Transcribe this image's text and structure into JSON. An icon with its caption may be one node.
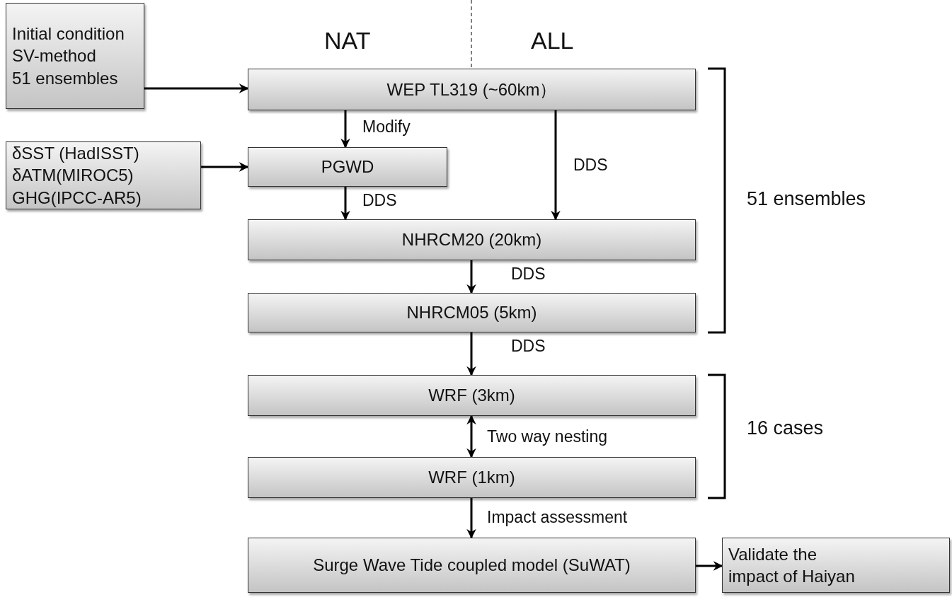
{
  "diagram": {
    "nodes": [
      {
        "text": [
          "Initial condition",
          "SV-method",
          "51 ensembles"
        ]
      },
      {
        "text": [
          "WEP TL319 (~60km）"
        ]
      },
      {
        "text": [
          "δSST (HadISST)",
          "δATM(MIROC5)",
          "GHG(IPCC-AR5)"
        ]
      },
      {
        "text": [
          "PGWD"
        ]
      },
      {
        "text": [
          "NHRCM20 (20km)"
        ]
      },
      {
        "text": [
          "NHRCM05 (5km)"
        ]
      },
      {
        "text": [
          "WRF (3km)"
        ]
      },
      {
        "text": [
          "WRF (1km)"
        ]
      },
      {
        "text": [
          "Surge Wave Tide coupled model (SuWAT)"
        ]
      },
      {
        "text": [
          "Validate the impact of Haiyan"
        ]
      }
    ],
    "edges": [
      {
        "from": 0,
        "to": 1,
        "arrow": "to"
      },
      {
        "from": 1,
        "to": 3,
        "arrow": "to",
        "label": "Modify"
      },
      {
        "from": 2,
        "to": 3,
        "arrow": "to"
      },
      {
        "from": 1,
        "to": 4,
        "arrow": "to",
        "label": "DDS"
      },
      {
        "from": 3,
        "to": 4,
        "arrow": "to",
        "label": "DDS"
      },
      {
        "from": 4,
        "to": 5,
        "arrow": "to",
        "label": "DDS"
      },
      {
        "from": 5,
        "to": 6,
        "arrow": "to",
        "label": "DDS"
      },
      {
        "from": 6,
        "to": 7,
        "arrow": "both",
        "label": "Two way nesting"
      },
      {
        "from": 7,
        "to": 8,
        "arrow": "to",
        "label": "Impact assessment"
      },
      {
        "from": 8,
        "to": 9,
        "arrow": "to"
      }
    ],
    "labels": [
      "NAT",
      "ALL",
      "51 ensembles",
      "16 cases"
    ]
  }
}
